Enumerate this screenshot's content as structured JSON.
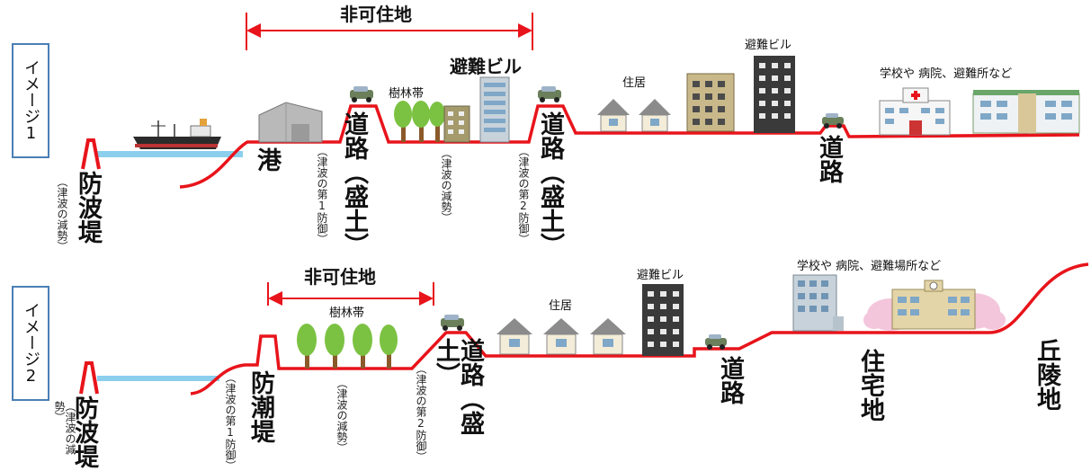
{
  "image1": {
    "box_label": "イメージ1",
    "non_residential_label": "非可住地",
    "labels": {
      "breakwater": "防波堤",
      "breakwater_note": "（津波の減勢）",
      "port": "港",
      "road_embankment_1": "道路（盛土）",
      "road_1_note": "（津波の第1防御）",
      "forest": "樹林帯",
      "forest_note": "（津波の減勢）",
      "evac_building_1": "避難ビル",
      "road_embankment_2": "道路（盛土）",
      "road_2_note": "（津波の第2防御）",
      "housing": "住居",
      "evac_building_2": "避難ビル",
      "road": "道路",
      "schools": "学校や 病院、避難所など"
    }
  },
  "image2": {
    "box_label": "イメージ2",
    "non_residential_label": "非可住地",
    "labels": {
      "breakwater": "防波堤",
      "breakwater_note": "（津波の減勢）",
      "seawall": "防潮堤",
      "seawall_note": "（津波の第1防御）",
      "forest": "樹林帯",
      "forest_note": "（津波の減勢）",
      "road_embankment": "道路（盛土）",
      "road_note": "（津波の第2防御）",
      "housing": "住居",
      "evac_building": "避難ビル",
      "road": "道路",
      "residential": "住宅地",
      "schools": "学校や 病院、避難場所など",
      "hill": "丘陵地"
    }
  },
  "colors": {
    "terrain": "#e8141b",
    "water": "#6ec3e8",
    "box_border": "#4a7fb5",
    "dimension": "#e8141b"
  }
}
